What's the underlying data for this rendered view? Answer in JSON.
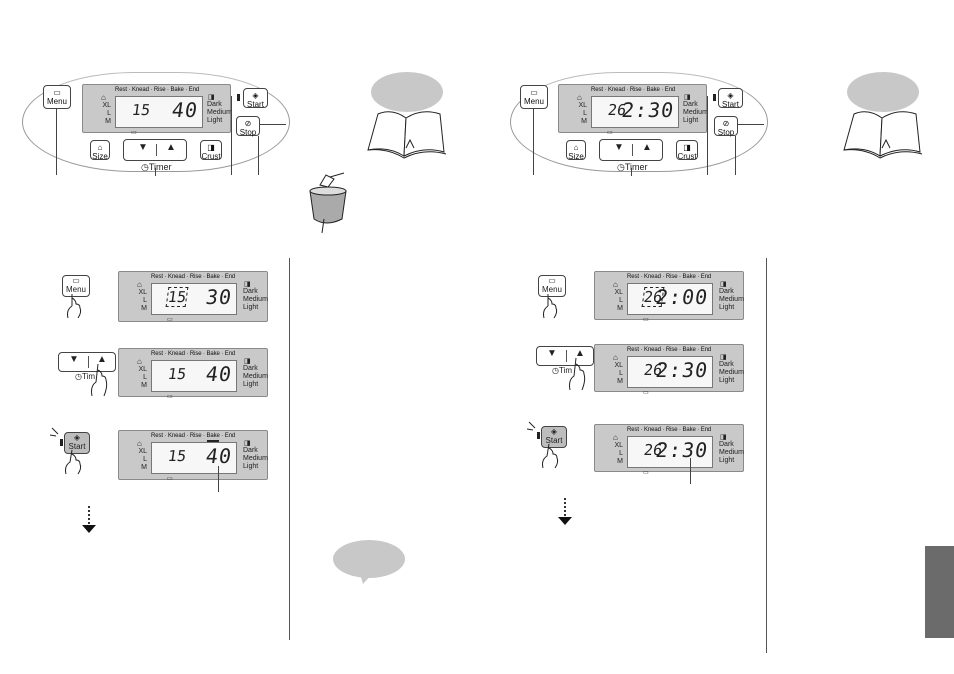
{
  "panel": {
    "menu_label": "Menu",
    "size_label": "Size",
    "crust_label": "Crust",
    "timer_label": "Timer",
    "start_label": "Start",
    "stop_label": "Stop",
    "down_arrow": "▼",
    "up_arrow": "▲"
  },
  "lcd_labels": {
    "stages": "Rest · Knead · Rise · Bake · End",
    "size_xl": "XL",
    "size_l": "L",
    "size_m": "M",
    "crust_dark": "Dark",
    "crust_medium": "Medium",
    "crust_light": "Light"
  },
  "left": {
    "top_display": {
      "menu": "15",
      "time": "40"
    },
    "step1": {
      "menu": "15",
      "time": "30"
    },
    "step2": {
      "menu": "15",
      "time": "40"
    },
    "step3": {
      "menu": "15",
      "time": "40"
    },
    "timer_partial": "Tim"
  },
  "right": {
    "top_display": {
      "menu": "26",
      "time": "2:30"
    },
    "step1": {
      "menu": "26",
      "time": "2:00"
    },
    "step2": {
      "menu": "26",
      "time": "2:30"
    },
    "step3": {
      "menu": "26",
      "time": "2:30"
    },
    "timer_partial": "Tim"
  },
  "colors": {
    "lcd_bg": "#c9c9c9",
    "bubble": "#c8c8c8",
    "side_tab": "#6b6b6b",
    "start_pressed": "#bdbdbd"
  },
  "icons": {
    "menu": "book-icon",
    "size": "loaf-icon",
    "crust": "crust-square-icon",
    "start": "diamond-play-icon",
    "stop": "stop-circle-icon",
    "timer": "clock-icon",
    "hand": "pointing-hand-icon"
  }
}
